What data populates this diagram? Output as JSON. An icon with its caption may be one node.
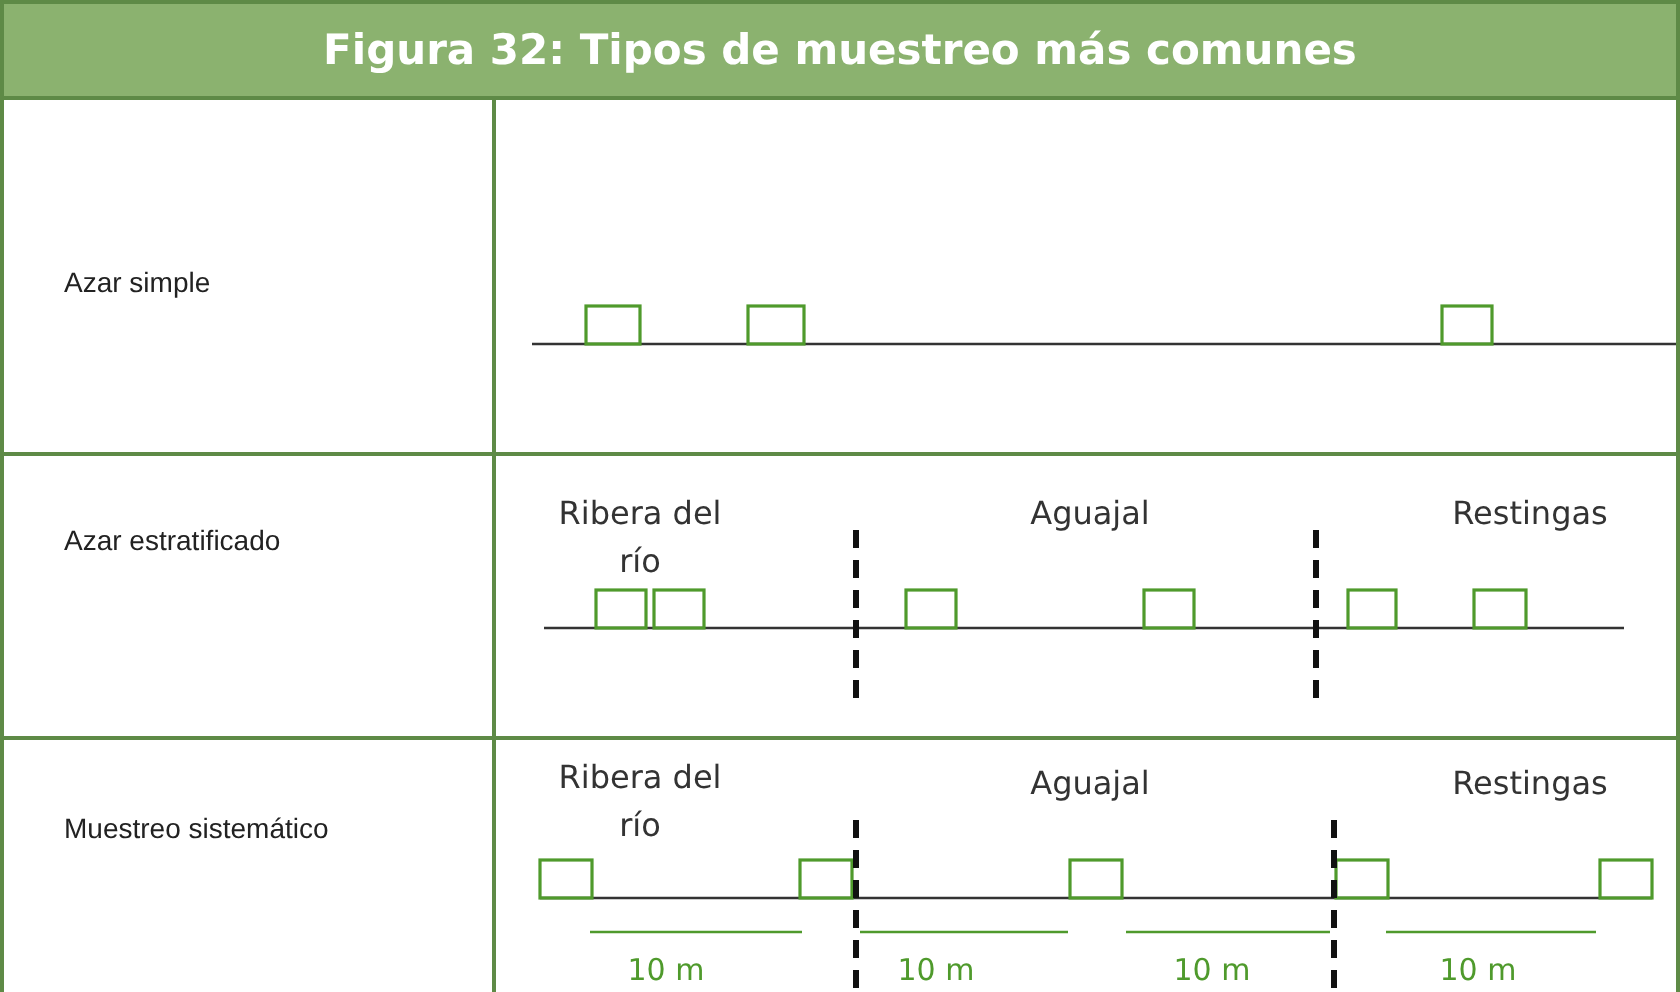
{
  "diagram": {
    "title": "Figura 32: Tipos de muestreo más comunes",
    "labels": [
      "Azar simple",
      "Azar estratificado",
      "Ribera del río",
      "Aguajal",
      "Restingas",
      "Muestreo sistemático",
      "Ribera del río",
      "Aguajal",
      "Restingas",
      "10 m",
      "10 m",
      "10 m",
      "10 m"
    ]
  }
}
